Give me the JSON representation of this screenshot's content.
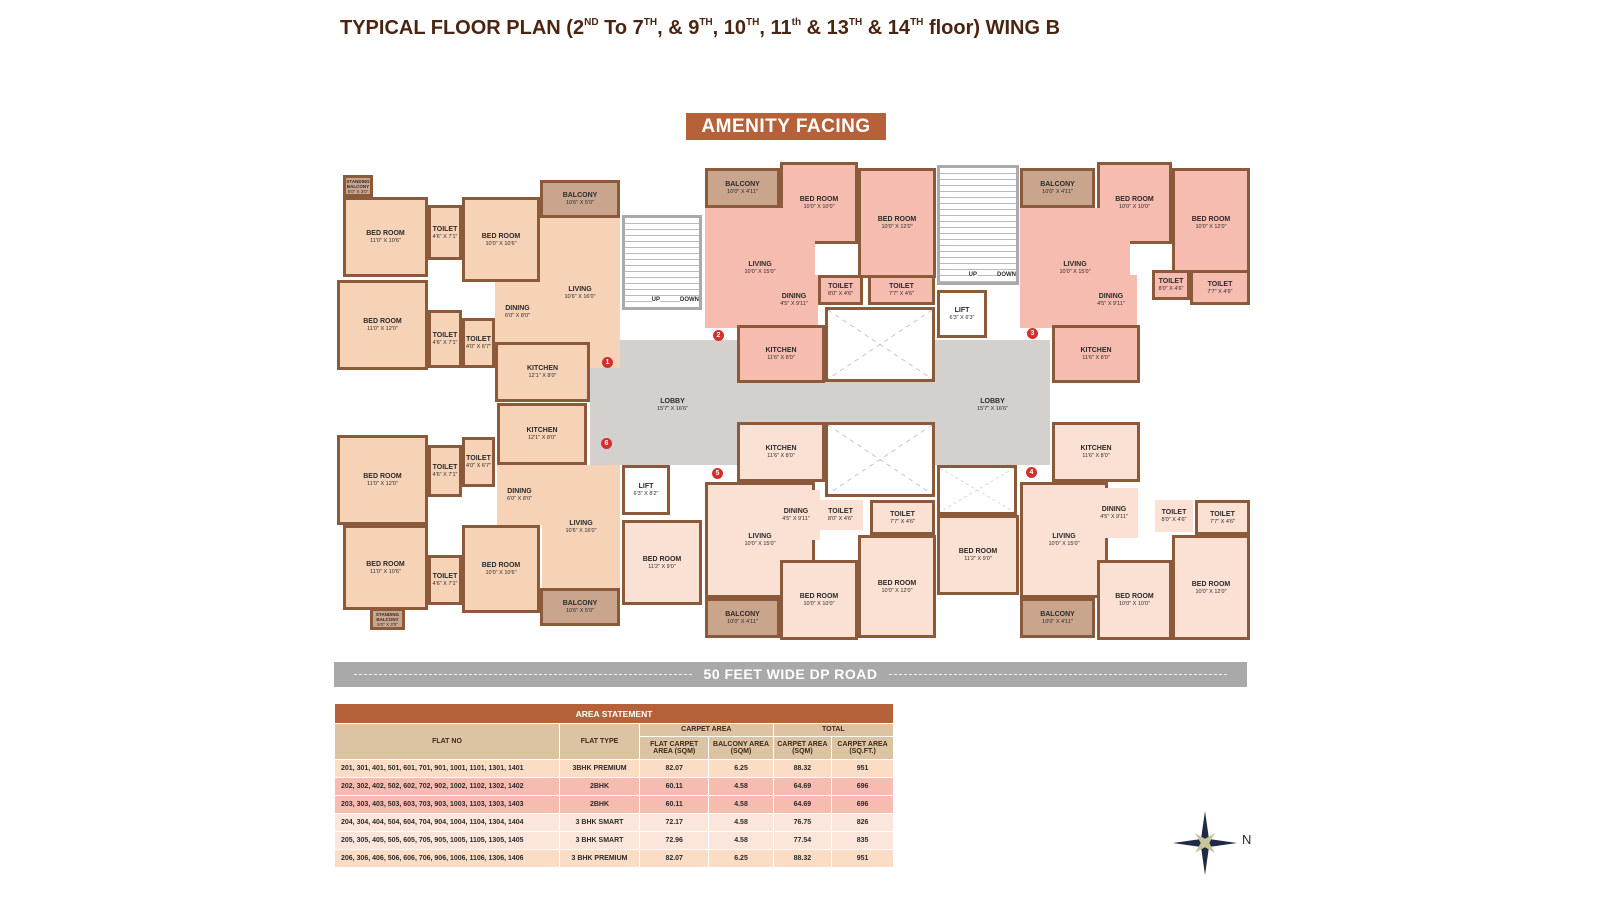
{
  "title": {
    "parts": [
      "TYPICAL FLOOR PLAN (2",
      "ND",
      " To 7",
      "TH",
      ", & 9",
      "TH",
      ", 10",
      "TH",
      ", 11",
      "th",
      " & 13",
      "TH",
      " & 14",
      "TH",
      " floor) WING B"
    ]
  },
  "amenity_label": "AMENITY FACING",
  "road_label": "50 FEET WIDE DP ROAD",
  "compass": {
    "north_label": "N",
    "icon": "compass-rose-icon"
  },
  "colors": {
    "flat_3bhk_premium": "#f6d3b6",
    "flat_2bhk": "#f6bcb0",
    "flat_3bhk_smart": "#fbe1d4",
    "balcony": "#c9a58e",
    "lobby": "#d3d0ce",
    "wall": "#8a5a3b",
    "accent": "#b5623a",
    "marker": "#d32f2f"
  },
  "stairs": [
    {
      "up": "UP",
      "down": "DOWN"
    },
    {
      "up": "UP",
      "down": "DOWN"
    }
  ],
  "markers": [
    "1",
    "2",
    "3",
    "4",
    "5",
    "6"
  ],
  "rooms": [
    {
      "name": "STANDING BALCONY",
      "dim": "5'0\" X 3'0\"",
      "kind": "bal"
    },
    {
      "name": "BED ROOM",
      "dim": "11'0\" X 10'6\"",
      "kind": "f1"
    },
    {
      "name": "TOILET",
      "dim": "4'6\" X 7'1\"",
      "kind": "f1"
    },
    {
      "name": "BED ROOM",
      "dim": "10'0\" X 10'6\"",
      "kind": "f1"
    },
    {
      "name": "BALCONY",
      "dim": "10'6\" X 5'0\"",
      "kind": "bal"
    },
    {
      "name": "LIVING",
      "dim": "10'6\" X 16'0\"",
      "kind": "f1"
    },
    {
      "name": "DINING",
      "dim": "6'0\" X 8'0\"",
      "kind": "f1"
    },
    {
      "name": "BED ROOM",
      "dim": "11'0\" X 12'0\"",
      "kind": "f1"
    },
    {
      "name": "TOILET",
      "dim": "4'6\" X 7'1\"",
      "kind": "f1"
    },
    {
      "name": "TOILET",
      "dim": "4'0\" X 6'7\"",
      "kind": "f1"
    },
    {
      "name": "KITCHEN",
      "dim": "12'1\" X 8'0\"",
      "kind": "f1"
    },
    {
      "name": "KITCHEN",
      "dim": "12'1\" X 8'0\"",
      "kind": "f1"
    },
    {
      "name": "TOILET",
      "dim": "4'0\" X 6'7\"",
      "kind": "f1"
    },
    {
      "name": "TOILET",
      "dim": "4'6\" X 7'1\"",
      "kind": "f1"
    },
    {
      "name": "BED ROOM",
      "dim": "11'0\" X 12'0\"",
      "kind": "f1"
    },
    {
      "name": "DINING",
      "dim": "6'0\" X 8'0\"",
      "kind": "f1"
    },
    {
      "name": "LIVING",
      "dim": "10'6\" X 16'0\"",
      "kind": "f1"
    },
    {
      "name": "BED ROOM",
      "dim": "11'0\" X 10'6\"",
      "kind": "f1"
    },
    {
      "name": "TOILET",
      "dim": "4'6\" X 7'1\"",
      "kind": "f1"
    },
    {
      "name": "BED ROOM",
      "dim": "10'0\" X 10'6\"",
      "kind": "f1"
    },
    {
      "name": "BALCONY",
      "dim": "10'6\" X 5'0\"",
      "kind": "bal"
    },
    {
      "name": "STANDING BALCONY",
      "dim": "5'0\" X 3'0\"",
      "kind": "bal"
    },
    {
      "name": "LOBBY",
      "dim": "15'7\" X 16'6\"",
      "kind": "lobby"
    },
    {
      "name": "LOBBY",
      "dim": "15'7\" X 16'6\"",
      "kind": "lobby"
    },
    {
      "name": "BALCONY",
      "dim": "10'0\" X 4'11\"",
      "kind": "bal"
    },
    {
      "name": "BED ROOM",
      "dim": "10'0\" X 10'0\"",
      "kind": "f2"
    },
    {
      "name": "BED ROOM",
      "dim": "10'0\" X 12'0\"",
      "kind": "f2"
    },
    {
      "name": "LIVING",
      "dim": "10'0\" X 15'0\"",
      "kind": "f2"
    },
    {
      "name": "DINING",
      "dim": "4'5\" X 9'11\"",
      "kind": "f2"
    },
    {
      "name": "TOILET",
      "dim": "8'0\" X 4'6\"",
      "kind": "f2"
    },
    {
      "name": "TOILET",
      "dim": "7'7\" X 4'6\"",
      "kind": "f2"
    },
    {
      "name": "KITCHEN",
      "dim": "11'6\" X 8'0\"",
      "kind": "f2"
    },
    {
      "name": "LIFT",
      "dim": "6'3\" X 6'3\"",
      "kind": "lift"
    },
    {
      "name": "BALCONY",
      "dim": "10'0\" X 4'11\"",
      "kind": "bal"
    },
    {
      "name": "BED ROOM",
      "dim": "10'0\" X 10'0\"",
      "kind": "f2"
    },
    {
      "name": "BED ROOM",
      "dim": "10'0\" X 12'0\"",
      "kind": "f2"
    },
    {
      "name": "LIVING",
      "dim": "10'0\" X 15'0\"",
      "kind": "f2"
    },
    {
      "name": "DINING",
      "dim": "4'5\" X 9'11\"",
      "kind": "f2"
    },
    {
      "name": "TOILET",
      "dim": "8'0\" X 4'6\"",
      "kind": "f2"
    },
    {
      "name": "TOILET",
      "dim": "7'7\" X 4'6\"",
      "kind": "f2"
    },
    {
      "name": "KITCHEN",
      "dim": "11'6\" X 8'0\"",
      "kind": "f2"
    },
    {
      "name": "KITCHEN",
      "dim": "11'6\" X 8'0\"",
      "kind": "f4"
    },
    {
      "name": "LIFT",
      "dim": "6'3\" X 8'2\"",
      "kind": "lift"
    },
    {
      "name": "LIVING",
      "dim": "10'0\" X 15'0\"",
      "kind": "f4"
    },
    {
      "name": "DINING",
      "dim": "4'5\" X 9'11\"",
      "kind": "f4"
    },
    {
      "name": "TOILET",
      "dim": "8'0\" X 4'6\"",
      "kind": "f4"
    },
    {
      "name": "TOILET",
      "dim": "7'7\" X 4'6\"",
      "kind": "f4"
    },
    {
      "name": "BED ROOM",
      "dim": "11'2\" X 9'0\"",
      "kind": "f4"
    },
    {
      "name": "BALCONY",
      "dim": "10'0\" X 4'11\"",
      "kind": "bal"
    },
    {
      "name": "BED ROOM",
      "dim": "10'0\" X 10'0\"",
      "kind": "f4"
    },
    {
      "name": "BED ROOM",
      "dim": "10'0\" X 12'0\"",
      "kind": "f4"
    },
    {
      "name": "KITCHEN",
      "dim": "11'6\" X 8'0\"",
      "kind": "f4"
    },
    {
      "name": "BED ROOM",
      "dim": "11'2\" X 9'0\"",
      "kind": "f4"
    },
    {
      "name": "LIVING",
      "dim": "10'0\" X 15'0\"",
      "kind": "f4"
    },
    {
      "name": "DINING",
      "dim": "4'5\" X 9'11\"",
      "kind": "f4"
    },
    {
      "name": "TOILET",
      "dim": "8'0\" X 4'6\"",
      "kind": "f4"
    },
    {
      "name": "TOILET",
      "dim": "7'7\" X 4'6\"",
      "kind": "f4"
    },
    {
      "name": "BED ROOM",
      "dim": "10'0\" X 10'0\"",
      "kind": "f4"
    },
    {
      "name": "BED ROOM",
      "dim": "10'0\" X 12'0\"",
      "kind": "f4"
    },
    {
      "name": "BALCONY",
      "dim": "10'0\" X 4'11\"",
      "kind": "bal"
    }
  ],
  "area_statement": {
    "caption": "AREA STATEMENT",
    "headers": {
      "flat_no": "FLAT NO",
      "flat_type": "FLAT TYPE",
      "carpet_area": "CARPET AREA",
      "total": "TOTAL",
      "flat_carpet": "FLAT CARPET AREA (SQM)",
      "balcony": "BALCONY AREA (SQM)",
      "total_sqm": "CARPET AREA (SQM)",
      "total_sqft": "CARPET AREA (SQ.FT.)"
    },
    "rows": [
      {
        "flats": "201, 301, 401, 501, 601, 701, 901, 1001, 1101, 1301, 1401",
        "type": "3BHK PREMIUM",
        "flat_carpet": "82.07",
        "balcony": "6.25",
        "total_sqm": "88.32",
        "total_sqft": "951",
        "color": "#fbdcc4"
      },
      {
        "flats": "202, 302, 402, 502, 602, 702, 902, 1002, 1102, 1302, 1402",
        "type": "2BHK",
        "flat_carpet": "60.11",
        "balcony": "4.58",
        "total_sqm": "64.69",
        "total_sqft": "696",
        "color": "#f6bcb0"
      },
      {
        "flats": "203, 303, 403, 503, 603, 703, 903, 1003, 1103, 1303, 1403",
        "type": "2BHK",
        "flat_carpet": "60.11",
        "balcony": "4.58",
        "total_sqm": "64.69",
        "total_sqft": "696",
        "color": "#f6bcb0"
      },
      {
        "flats": "204, 304, 404, 504, 604, 704, 904, 1004, 1104, 1304, 1404",
        "type": "3 BHK SMART",
        "flat_carpet": "72.17",
        "balcony": "4.58",
        "total_sqm": "76.75",
        "total_sqft": "826",
        "color": "#fce5da"
      },
      {
        "flats": "205, 305, 405, 505, 605, 705, 905, 1005, 1105, 1305, 1405",
        "type": "3 BHK SMART",
        "flat_carpet": "72.96",
        "balcony": "4.58",
        "total_sqm": "77.54",
        "total_sqft": "835",
        "color": "#fce5da"
      },
      {
        "flats": "206, 306, 406, 506, 606, 706, 906, 1006, 1106, 1306, 1406",
        "type": "3 BHK PREMIUM",
        "flat_carpet": "82.07",
        "balcony": "6.25",
        "total_sqm": "88.32",
        "total_sqft": "951",
        "color": "#fbdcc4"
      }
    ]
  }
}
